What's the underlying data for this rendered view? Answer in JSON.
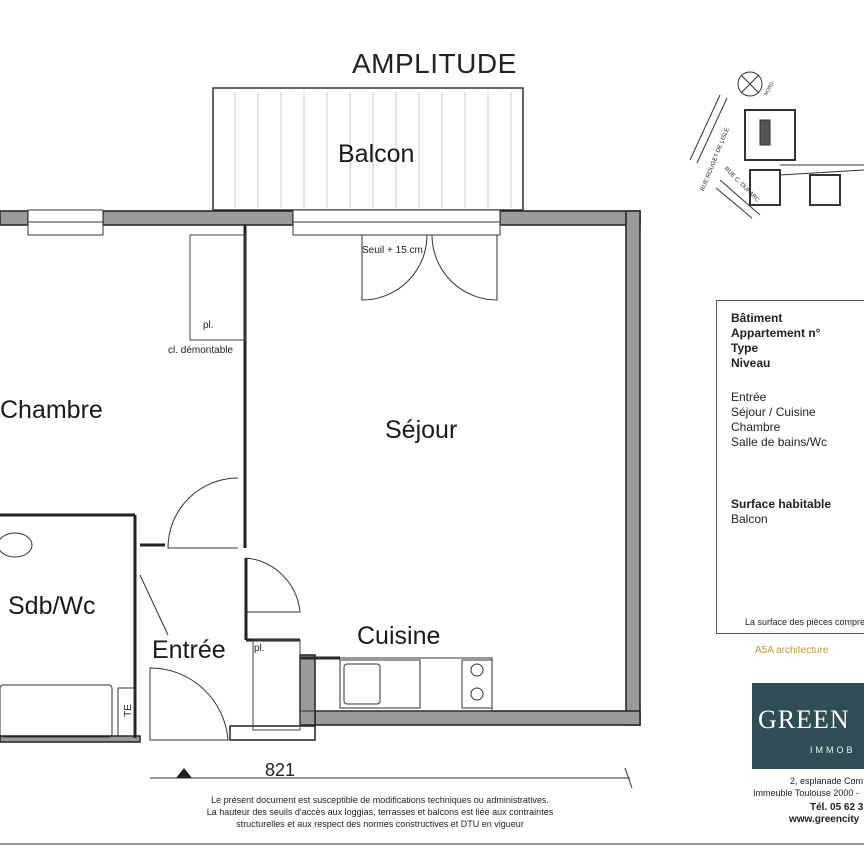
{
  "title": "AMPLITUDE",
  "rooms": {
    "balcon": "Balcon",
    "chambre": "Chambre",
    "sejour": "Séjour",
    "sdb": "Sdb/Wc",
    "entree": "Entrée",
    "cuisine": "Cuisine"
  },
  "annotations": {
    "seuil": "Seuil + 15 cm",
    "placard1": "pl.",
    "cloison": "cl. démontable",
    "placard2": "pl.",
    "te": "TE",
    "dimension": "821"
  },
  "site_plan": {
    "north": "NORD",
    "street1": "RUE ROUGET DE LISLE",
    "street2": "RUE C. DUPARC"
  },
  "info_box": {
    "header": [
      "Bâtiment",
      "Appartement n°",
      "Type",
      "Niveau"
    ],
    "rooms": [
      "Entrée",
      "Séjour / Cuisine",
      "Chambre",
      "Salle de bains/Wc"
    ],
    "surface_label": "Surface habitable",
    "balcon_label": "Balcon",
    "footnote": "La surface des pièces compre"
  },
  "architect_logo": "A5A architecture",
  "brand": {
    "name": "GREEN",
    "sub": "IMMOB",
    "color": "#2e4d55",
    "address1": "2, esplanade Com",
    "address2": "Immeuble Toulouse 2000 -",
    "phone": "Tél. 05 62 3",
    "web": "www.greencity"
  },
  "disclaimer": [
    "Le présent document est susceptible de modifications techniques ou administratives.",
    "La hauteur des seuils d'accès aux loggias, terrasses et balcons est liée aux contraintes",
    "structurelles et aux respect des normes constructives et DTU en vigueur"
  ]
}
